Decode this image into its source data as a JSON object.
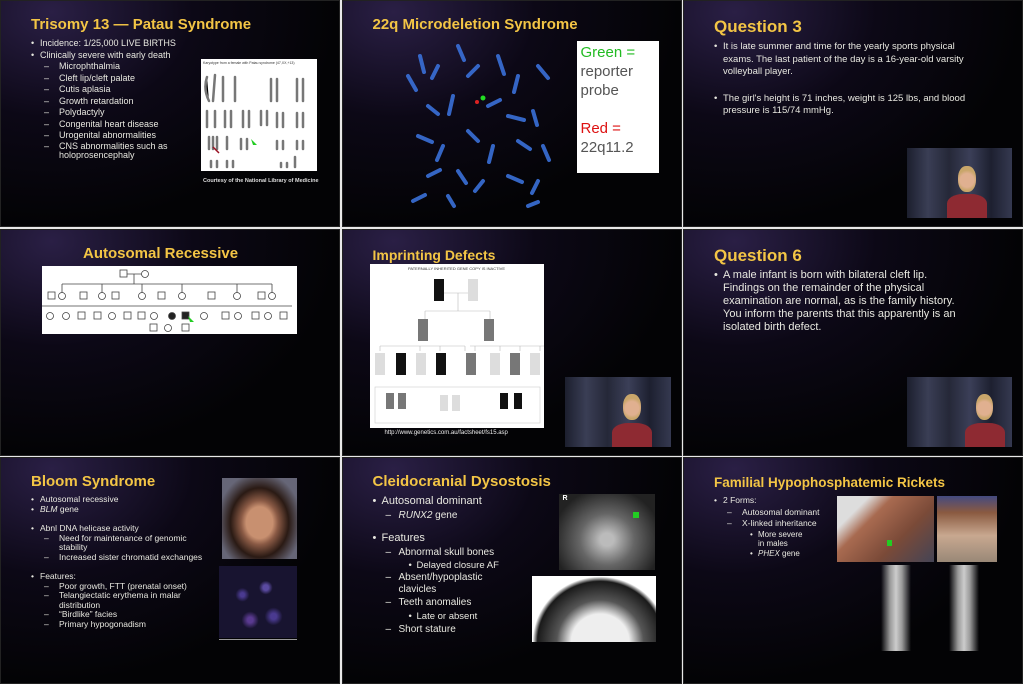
{
  "slides": [
    {
      "title": "Trisomy 13 — Patau Syndrome",
      "bullets": [
        "Incidence: 1/25,000 LIVE BIRTHS",
        "Clinically severe with early death"
      ],
      "subs": [
        "Microphthalmia",
        "Cleft lip/cleft palate",
        "Cutis aplasia",
        "Growth retardation",
        "Polydactyly",
        "Congenital heart disease",
        "Urogenital abnormalities",
        "CNS abnormalities such as holoprosencephaly"
      ],
      "image_title": "Karyotype from a female with Patau syndrome (47,XX,+13)",
      "caption": "Courtesy of the National Library of Medicine"
    },
    {
      "title": "22q Microdeletion Syndrome",
      "legend_green": "Green =",
      "legend_green_desc": "reporter probe",
      "legend_red": "Red =",
      "legend_red_desc": "22q11.2",
      "green_color": "#22bb22",
      "red_color": "#dd1111"
    },
    {
      "title": "Question 3",
      "bullets": [
        "It is late summer and time for the yearly sports physical exams. The last patient of the day is a 16-year-old varsity volleyball player.",
        "The girl's height is 71 inches, weight is 125 lbs, and blood pressure is 115/74 mmHg."
      ]
    },
    {
      "title": "Autosomal Recessive"
    },
    {
      "title": "Imprinting Defects",
      "image_header": "PATERNALLY INHERITED GENE COPY IS INACTIVE",
      "url": "http://www.genetics.com.au/factsheet/fs15.asp"
    },
    {
      "title": "Question 6",
      "bullets": [
        "A male infant is born with bilateral cleft lip. Findings on the remainder of the physical examination are normal, as is the family history. You inform the parents that this apparently is an isolated birth defect."
      ]
    },
    {
      "title": "Bloom Syndrome",
      "b1": "Autosomal recessive",
      "b2_gene": "BLM",
      "b2_rest": " gene",
      "b3": "Abnl DNA helicase activity",
      "b3_subs": [
        "Need for maintenance of genomic stability",
        "Increased sister chromatid exchanges"
      ],
      "b4": "Features:",
      "b4_subs": [
        "Poor growth, FTT (prenatal onset)",
        "Telangiectatic erythema in malar distribution",
        "“Birdlike” facies",
        "Primary hypogonadism"
      ]
    },
    {
      "title": "Cleidocranial Dysostosis",
      "b1": "Autosomal dominant",
      "b1_sub_gene": "RUNX2",
      "b1_sub_rest": " gene",
      "b2": "Features",
      "b2_items": [
        "Abnormal skull bones",
        "Delayed closure AF",
        "Absent/hypoplastic clavicles",
        "Teeth anomalies",
        "Late or absent",
        "Short stature"
      ],
      "xray_label": "R"
    },
    {
      "title": "Familial Hypophosphatemic Rickets",
      "b1": "2 Forms:",
      "s1": "Autosomal dominant",
      "s2": "X-linked inheritance",
      "ss1": "More severe in males",
      "ss2_gene": "PHEX",
      "ss2_rest": " gene"
    }
  ],
  "colors": {
    "title": "#f3c545",
    "text": "#e8e8e0"
  }
}
